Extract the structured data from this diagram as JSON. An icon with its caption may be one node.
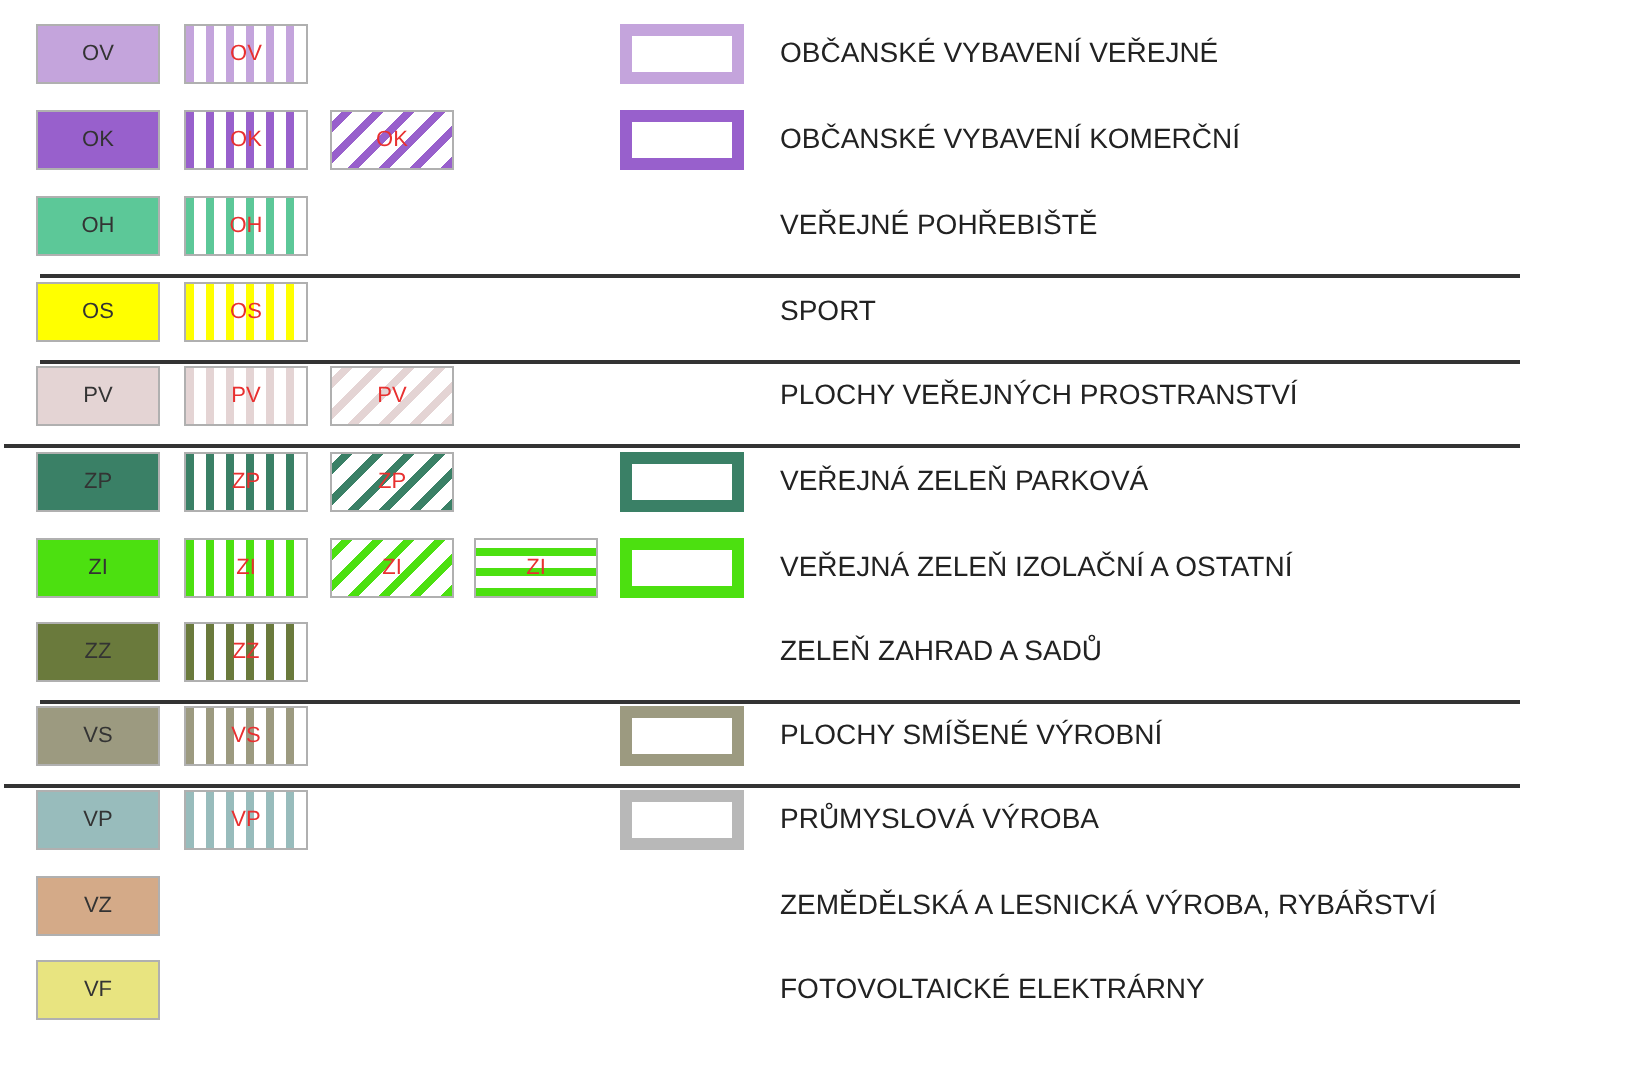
{
  "diagram": {
    "nodes": [
      {
        "text": [
          "OV"
        ]
      },
      {
        "text": [
          "OV"
        ]
      },
      {
        "text": [],
        "shape": "box"
      },
      {
        "text": [
          "OK"
        ]
      },
      {
        "text": [
          "OK"
        ]
      },
      {
        "text": [
          "OK"
        ]
      },
      {
        "text": [],
        "shape": "box"
      },
      {
        "text": [
          "OH"
        ]
      },
      {
        "text": [
          "OH"
        ]
      },
      {
        "text": [
          "OS"
        ]
      },
      {
        "text": [
          "OS"
        ]
      },
      {
        "text": [
          "PV"
        ]
      },
      {
        "text": [
          "PV"
        ]
      },
      {
        "text": [
          "PV"
        ]
      },
      {
        "text": [
          "ZP"
        ]
      },
      {
        "text": [
          "ZP"
        ]
      },
      {
        "text": [
          "ZP"
        ]
      },
      {
        "text": [],
        "shape": "box"
      },
      {
        "text": [
          "ZI"
        ]
      },
      {
        "text": [
          "ZI"
        ]
      },
      {
        "text": [
          "ZI"
        ]
      },
      {
        "text": [
          "ZI"
        ]
      },
      {
        "text": [],
        "shape": "box"
      },
      {
        "text": [
          "ZZ"
        ]
      },
      {
        "text": [
          "ZZ"
        ]
      },
      {
        "text": [
          "VS"
        ]
      },
      {
        "text": [
          "VS"
        ]
      },
      {
        "text": [],
        "shape": "box"
      },
      {
        "text": [
          "VP"
        ]
      },
      {
        "text": [
          "VP"
        ]
      },
      {
        "text": [],
        "shape": "box"
      },
      {
        "text": [
          "VZ"
        ]
      },
      {
        "text": [
          "VF"
        ]
      }
    ],
    "legend": [
      {
        "text": "OBČANSKÉ VYBAVENÍ VEŘEJNÉ",
        "color": "#c4a4dc"
      },
      {
        "text": "OBČANSKÉ VYBAVENÍ KOMERČNÍ",
        "color": "#9860cc"
      },
      {
        "text": "VEŘEJNÉ POHŘEBIŠTĚ",
        "color": "#5cc898"
      },
      {
        "text": "SPORT",
        "color": "#ffff00"
      },
      {
        "text": "PLOCHY VEŘEJNÝCH PROSTRANSTVÍ",
        "color": "#e4d4d4"
      },
      {
        "text": "VEŘEJNÁ ZELEŇ PARKOVÁ",
        "color": "#3a8066"
      },
      {
        "text": "VEŘEJNÁ ZELEŇ IZOLAČNÍ A OSTATNÍ",
        "color": "#4ce010"
      },
      {
        "text": "ZELEŇ ZAHRAD A SADŮ",
        "color": "#6a7a3c"
      },
      {
        "text": "PLOCHY SMÍŠENÉ VÝROBNÍ",
        "color": "#9c9a80"
      },
      {
        "text": "PRŮMYSLOVÁ VÝROBA",
        "color": "#98bcbc"
      },
      {
        "text": "ZEMĚDĚLSKÁ A LESNICKÁ VÝROBA, RYBÁŘSTVÍ",
        "color": "#d4aa88"
      },
      {
        "text": "FOTOVOLTAICKÉ ELEKTRÁRNY",
        "color": "#e8e480"
      }
    ]
  }
}
